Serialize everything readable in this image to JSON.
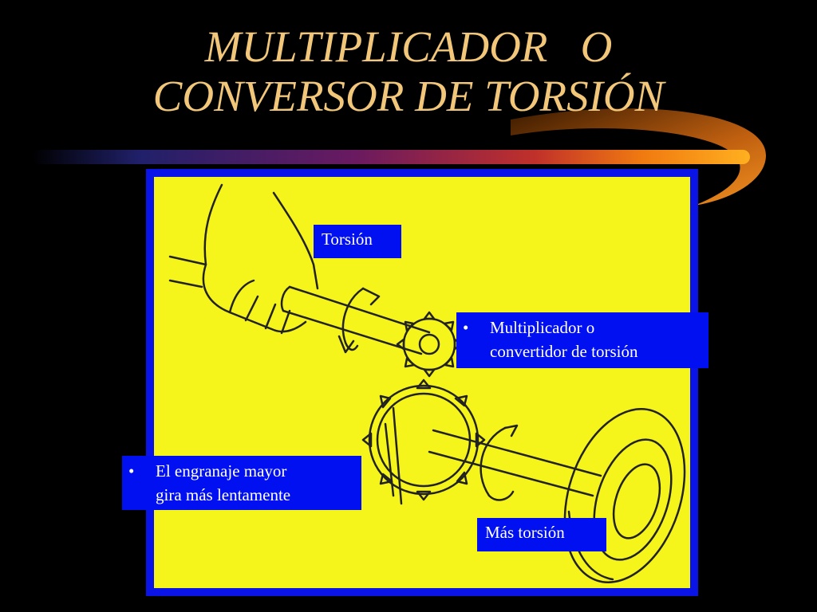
{
  "slide": {
    "title_line1": "MULTIPLICADOR   O",
    "title_line2": "CONVERSOR DE TORSIÓN",
    "title_color": "#f2c77a",
    "background_color": "#000000",
    "panel_border_color": "#0a14e6",
    "panel_fill_color": "#f6f51b"
  },
  "labels": {
    "torsion": "Torsión",
    "multiplicador_bullet": "•",
    "multiplicador_line1": "Multiplicador o",
    "multiplicador_line2": "convertidor de torsión",
    "engranaje_bullet": "•",
    "engranaje_line1": "El engranaje mayor",
    "engranaje_line2": "gira más lentamente",
    "mas_torsion": "Más torsión"
  },
  "illustration": {
    "icons": [
      "hand-icon",
      "wrench-shaft-icon",
      "small-gear-icon",
      "large-gear-icon",
      "rotation-arrow-icon",
      "wheel-icon"
    ]
  }
}
